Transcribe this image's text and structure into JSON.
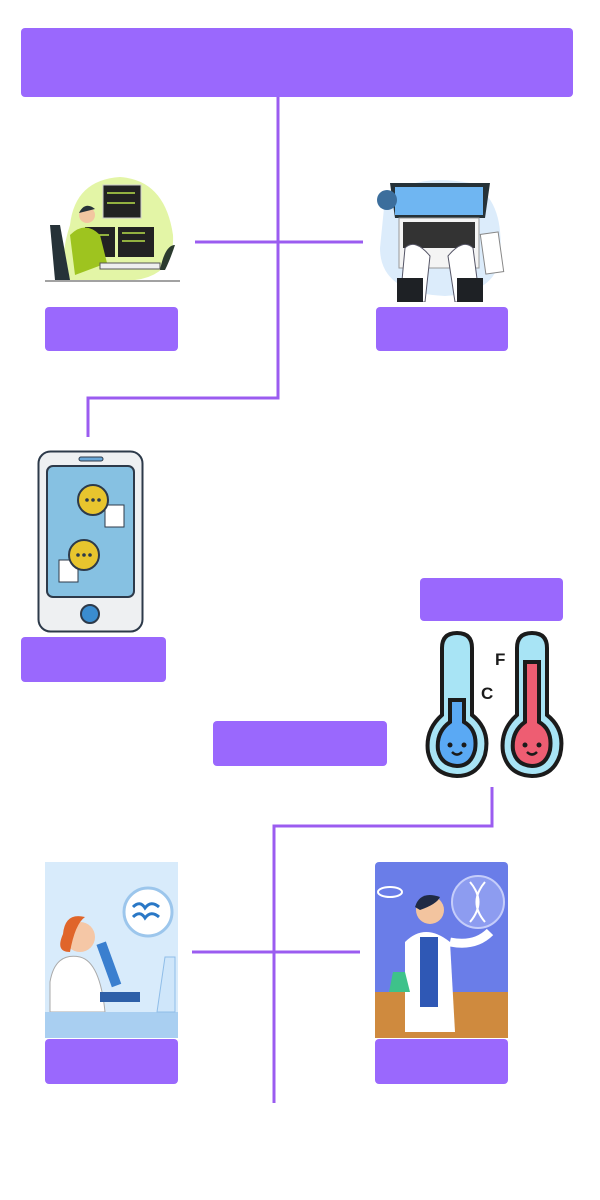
{
  "colors": {
    "box": "#9a68fd",
    "connector": "#9b5cf0",
    "background": "#ffffff"
  },
  "illustrations": {
    "programmer": "programmer-at-monitors",
    "laptop": "hands-typing-laptop",
    "phone": "smartphone-chat",
    "thermometer": {
      "name": "thermometers-celsius-fahrenheit",
      "label_f": "F",
      "label_c": "C"
    },
    "microscope": "scientist-microscope",
    "scientist": "scientist-dna"
  }
}
